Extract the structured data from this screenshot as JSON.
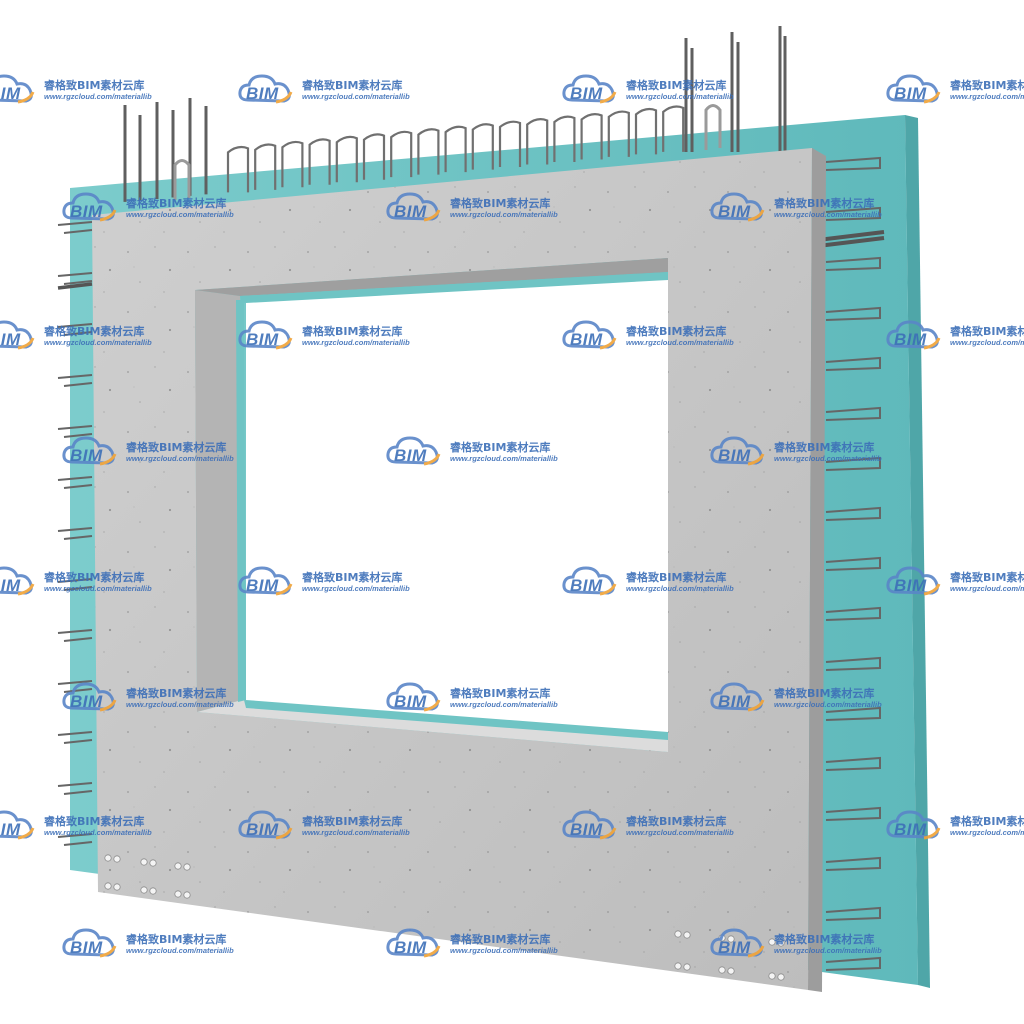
{
  "watermark": {
    "logo_text": "BIM",
    "brand": "睿格致BIM素材云库",
    "url": "www.rgzcloud.com/materiallib",
    "logo_icon": "cloud-icon",
    "colors": {
      "text": "#3d6fb8",
      "cloud_blue": "#5a86c8",
      "cloud_orange": "#f0a236"
    }
  },
  "scene": {
    "subject": "precast concrete wall panel with window opening, insulation layer and protruding rebar",
    "colors": {
      "concrete": "#c9c9c9",
      "concrete_shadow": "#a9a9a9",
      "insulation": "#6fc4c4",
      "rebar": "#6a6a6a"
    }
  }
}
